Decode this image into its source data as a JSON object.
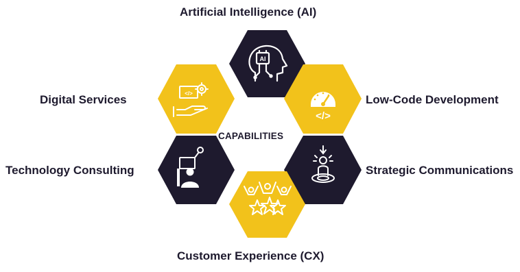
{
  "diagram": {
    "center_label": "CAPABILITIES",
    "colors": {
      "dark": "#1e1a2e",
      "accent": "#f2c21b",
      "white": "#ffffff"
    },
    "capabilities": [
      {
        "label": "Artificial Intelligence (AI)",
        "icon": "ai-head-icon",
        "hex_color": "dark"
      },
      {
        "label": "Low-Code Development",
        "icon": "gauge-code-icon",
        "hex_color": "accent"
      },
      {
        "label": "Strategic Communications",
        "icon": "target-person-icon",
        "hex_color": "dark"
      },
      {
        "label": "Customer Experience (CX)",
        "icon": "celebrating-stars-icon",
        "hex_color": "accent"
      },
      {
        "label": "Technology Consulting",
        "icon": "presenter-icon",
        "hex_color": "dark"
      },
      {
        "label": "Digital Services",
        "icon": "hand-gear-code-icon",
        "hex_color": "accent"
      }
    ]
  }
}
